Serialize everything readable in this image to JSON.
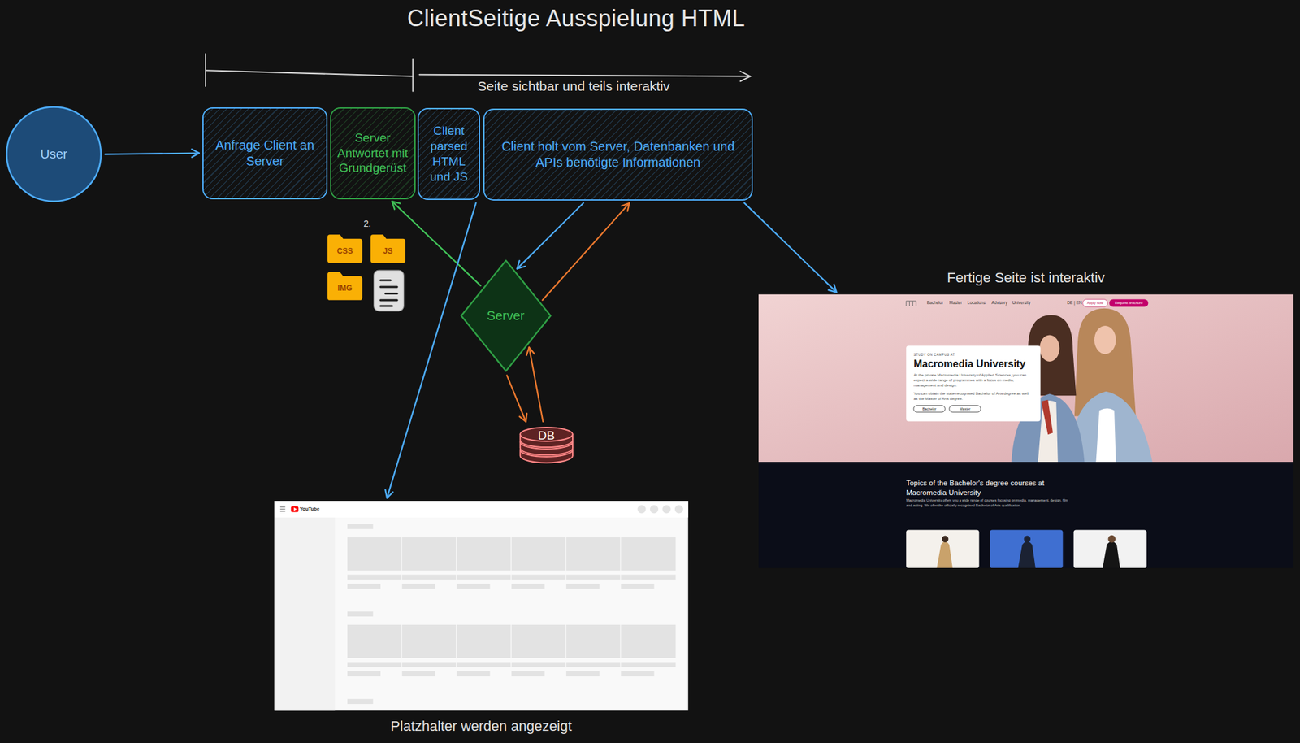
{
  "diagram": {
    "title": "ClientSeitige Ausspielung HTML",
    "nodes": [
      {
        "text": [
          "User"
        ]
      },
      {
        "text": [
          "Anfrage Client an Server"
        ]
      },
      {
        "text": [
          "Server Antwortet mit Grundgerüst"
        ]
      },
      {
        "text": [
          "Client parsed HTML und JS"
        ]
      },
      {
        "text": [
          "Client holt vom Server, Datenbanken und APIs benötigte Informationen"
        ]
      },
      {
        "text": [
          "Server"
        ]
      },
      {
        "text": [
          "Fertige Seite ist interaktiv"
        ]
      },
      {
        "text": [
          "DB"
        ]
      },
      {
        "text": [
          "Platzhalter werden angezeigt"
        ]
      }
    ],
    "edges": [
      {
        "from": 0,
        "to": 1,
        "arrow": "to"
      },
      {
        "from": 5,
        "to": 2,
        "arrow": "to"
      },
      {
        "from": 4,
        "to": 5,
        "arrow": "to"
      },
      {
        "from": 5,
        "to": 4,
        "arrow": "to"
      },
      {
        "from": 5,
        "to": 7,
        "arrow": "to"
      },
      {
        "from": 7,
        "to": 5,
        "arrow": "to"
      },
      {
        "from": 3,
        "to": 8,
        "arrow": "to"
      },
      {
        "from": 4,
        "to": 6,
        "arrow": "to"
      }
    ],
    "labels": [
      "Seite sichtbar und teils interaktiv",
      "2.",
      "CSS",
      "JS",
      "IMG",
      "YouTube",
      "Bachelor",
      "Master",
      "Locations",
      "Advisory",
      "University",
      "DE | EN",
      "Apply now",
      "Request brochure",
      "STUDY ON CAMPUS AT",
      "Macromedia University",
      "At the private Macromedia University of Applied Sciences, you can expect a wide range of programmes with a focus on media, management and design.",
      "You can obtain the state-recognised Bachelor of Arts degree as well as the Master of Arts degree.",
      "Bachelor",
      "Master",
      "Topics of the Bachelor's degree courses at Macromedia University",
      "Macromedia University offers you a wide range of courses focusing on media, management, design, film and acting. We offer the officially recognised Bachelor of Arts qualification."
    ]
  }
}
